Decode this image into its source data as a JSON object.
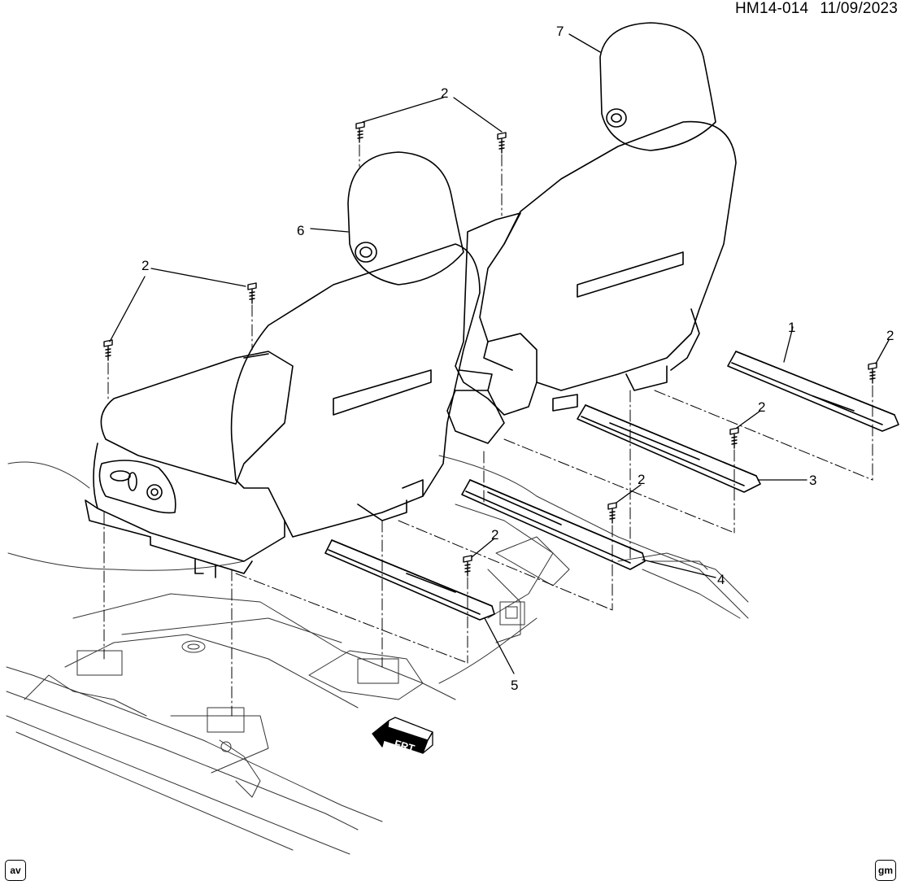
{
  "header": {
    "diagram_id": "HM14-014",
    "date": "11/09/2023"
  },
  "callouts": {
    "c1": "1",
    "c2": "2",
    "c3": "3",
    "c4": "4",
    "c5": "5",
    "c6": "6",
    "c7": "7"
  },
  "direction_arrow": {
    "label": "FRT",
    "icon": "front-arrow-icon"
  },
  "badges": {
    "left": "av",
    "right": "gm"
  },
  "colors": {
    "line": "#000000",
    "background": "#ffffff"
  }
}
